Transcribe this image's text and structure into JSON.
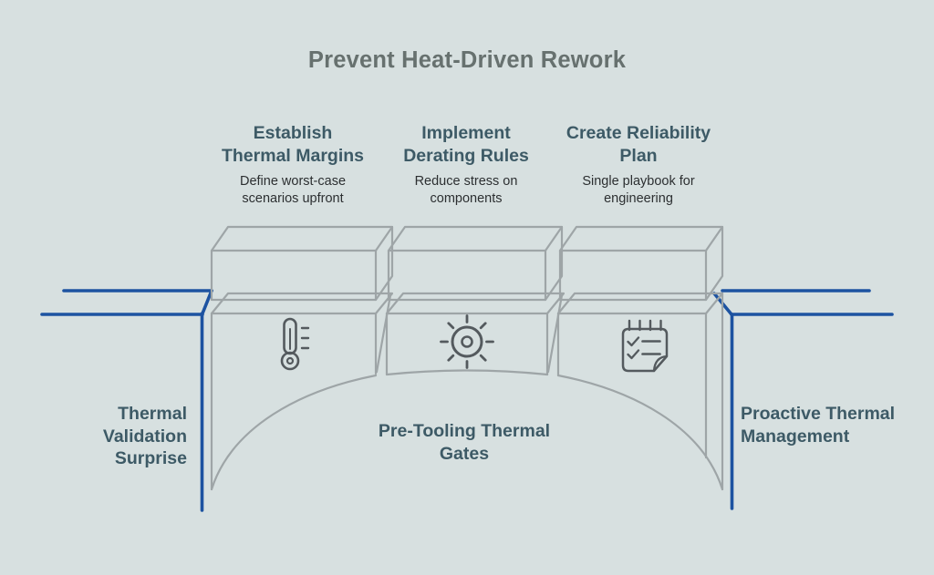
{
  "title": "Prevent Heat-Driven Rework",
  "columns": [
    {
      "id": "establish-thermal-margins",
      "heading_lines": [
        "Establish",
        "Thermal Margins"
      ],
      "subtext_lines": [
        "Define worst-case",
        "scenarios upfront"
      ],
      "icon": "thermometer-icon"
    },
    {
      "id": "implement-derating-rules",
      "heading_lines": [
        "Implement",
        "Derating Rules"
      ],
      "subtext_lines": [
        "Reduce stress on",
        "components"
      ],
      "icon": "sun-icon"
    },
    {
      "id": "create-reliability-plan",
      "heading_lines": [
        "Create Reliability",
        "Plan"
      ],
      "subtext_lines": [
        "Single playbook for",
        "engineering"
      ],
      "icon": "checklist-icon"
    }
  ],
  "bridge_labels": {
    "left_lines": [
      "Thermal",
      "Validation",
      "Surprise"
    ],
    "center_lines": [
      "Pre-Tooling Thermal",
      "Gates"
    ],
    "right_lines": [
      "Proactive Thermal",
      "Management"
    ]
  },
  "colors": {
    "background": "#d7e0e0",
    "sketch_gray": "#9ea5a7",
    "accent_blue": "#1d53a1",
    "icon_gray": "#545a5e",
    "heading_text": "#3d5a66",
    "title_text": "#67716f",
    "body_text": "#2c2f31"
  }
}
